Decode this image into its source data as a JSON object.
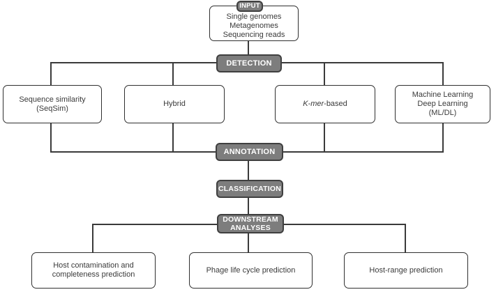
{
  "figure": {
    "stages": {
      "input": "INPUT",
      "detection": "DETECTION",
      "annotation": "ANNOTATION",
      "classification": "CLASSIFICATION",
      "downstream": "DOWNSTREAM ANALYSES"
    },
    "input_box": {
      "lines": [
        "Single genomes",
        "Metagenomes",
        "Sequencing reads"
      ]
    },
    "detection_methods": [
      {
        "lines": [
          "Sequence similarity",
          "(SeqSim)"
        ]
      },
      {
        "lines": [
          "Hybrid"
        ]
      },
      {
        "label_italic": "K-mer",
        "label_rest": "-based"
      },
      {
        "lines": [
          "Machine Learning",
          "Deep Learning",
          "(ML/DL)"
        ]
      }
    ],
    "downstream_analyses": [
      {
        "lines": [
          "Host contamination and",
          "completeness prediction"
        ]
      },
      {
        "lines": [
          "Phage life cycle prediction"
        ]
      },
      {
        "lines": [
          "Host-range prediction"
        ]
      }
    ],
    "colors": {
      "badge_bg": "#7d7d7d",
      "badge_border": "#3f3f3f",
      "badge_text": "#ffffff",
      "box_bg": "#ffffff",
      "box_border": "#2f2f2f",
      "box_text": "#3a3a3a",
      "connector": "#3a3a3a"
    }
  }
}
